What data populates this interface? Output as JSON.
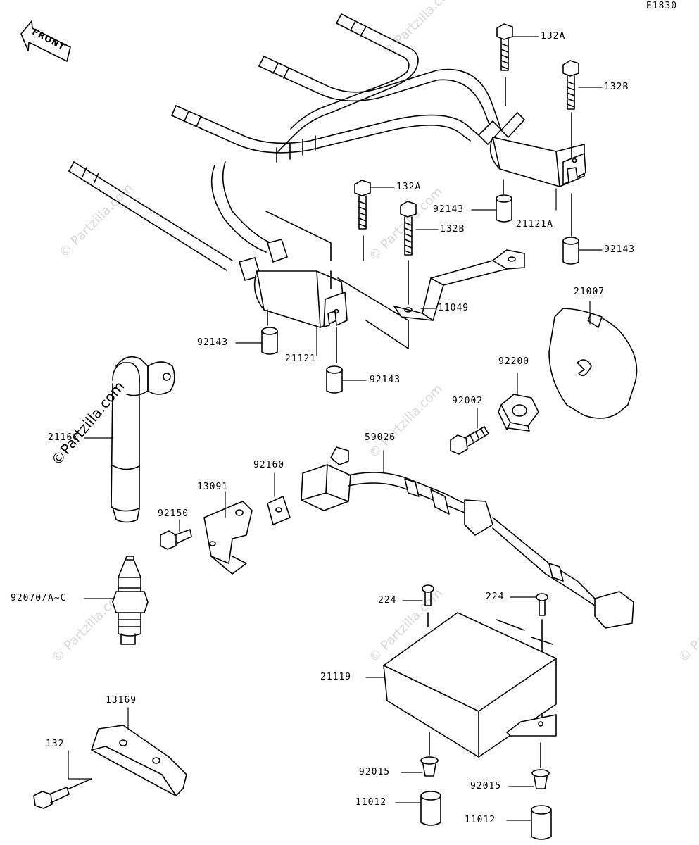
{
  "diagram_code": "E1830",
  "front_label": "FRONT",
  "watermark": "© Partzilla.com",
  "watermark_dark": "©Partzilla.com",
  "parts": {
    "p132A_top": "132A",
    "p132B_top": "132B",
    "p132A_mid": "132A",
    "p132B_mid": "132B",
    "p92143_a": "92143",
    "p21121A": "21121A",
    "p92143_b": "92143",
    "p11049": "11049",
    "p21007": "21007",
    "p92143_c": "92143",
    "p21121": "21121",
    "p92143_d": "92143",
    "p92200": "92200",
    "p92002": "92002",
    "p21160": "21160",
    "p59026": "59026",
    "p92160": "92160",
    "p13091": "13091",
    "p92150": "92150",
    "p92070": "92070/A~C",
    "p224_a": "224",
    "p224_b": "224",
    "p21119": "21119",
    "p13169": "13169",
    "p132": "132",
    "p92015_a": "92015",
    "p92015_b": "92015",
    "p11012_a": "11012",
    "p11012_b": "11012"
  }
}
